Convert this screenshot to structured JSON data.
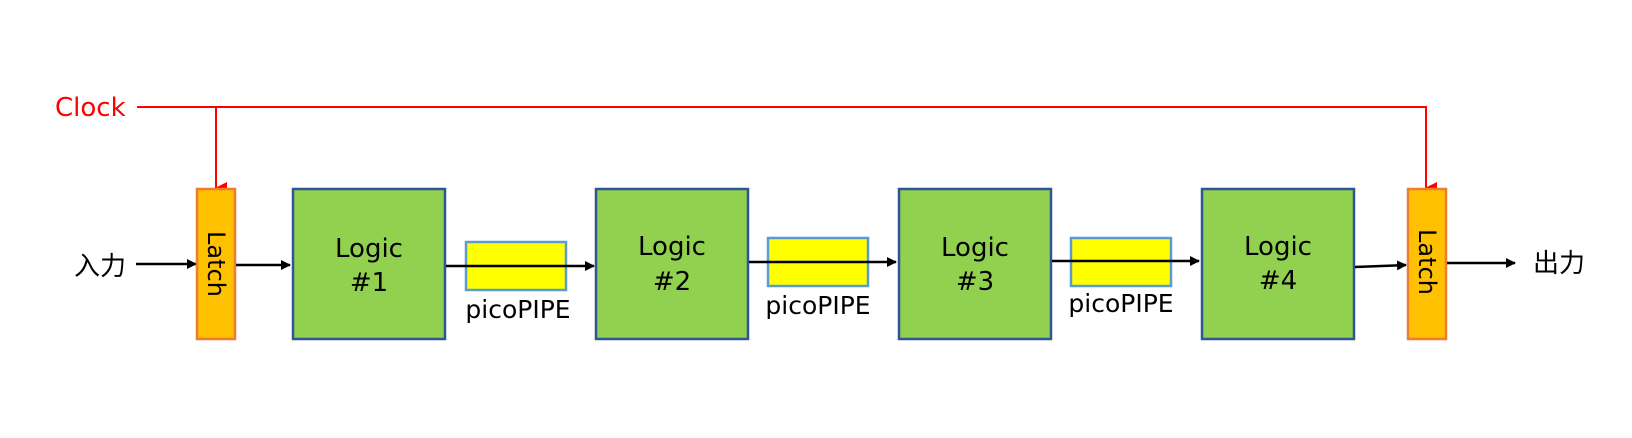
{
  "clock": {
    "label": "Clock",
    "color": "#ff0000"
  },
  "io": {
    "input_label": "入力",
    "output_label": "出力"
  },
  "latches": [
    {
      "label": "Latch"
    },
    {
      "label": "Latch"
    }
  ],
  "logic_blocks": [
    {
      "line1": "Logic",
      "line2": "#1"
    },
    {
      "line1": "Logic",
      "line2": "#2"
    },
    {
      "line1": "Logic",
      "line2": "#3"
    },
    {
      "line1": "Logic",
      "line2": "#4"
    }
  ],
  "picopipes": [
    {
      "label": "picoPIPE"
    },
    {
      "label": "picoPIPE"
    },
    {
      "label": "picoPIPE"
    }
  ],
  "colors": {
    "latch_fill": "#ffc000",
    "latch_border": "#ed7d31",
    "logic_fill": "#92d050",
    "logic_border": "#2f5597",
    "picopipe_fill": "#ffff00",
    "picopipe_border": "#5b9bd5",
    "wire": "#000000"
  }
}
